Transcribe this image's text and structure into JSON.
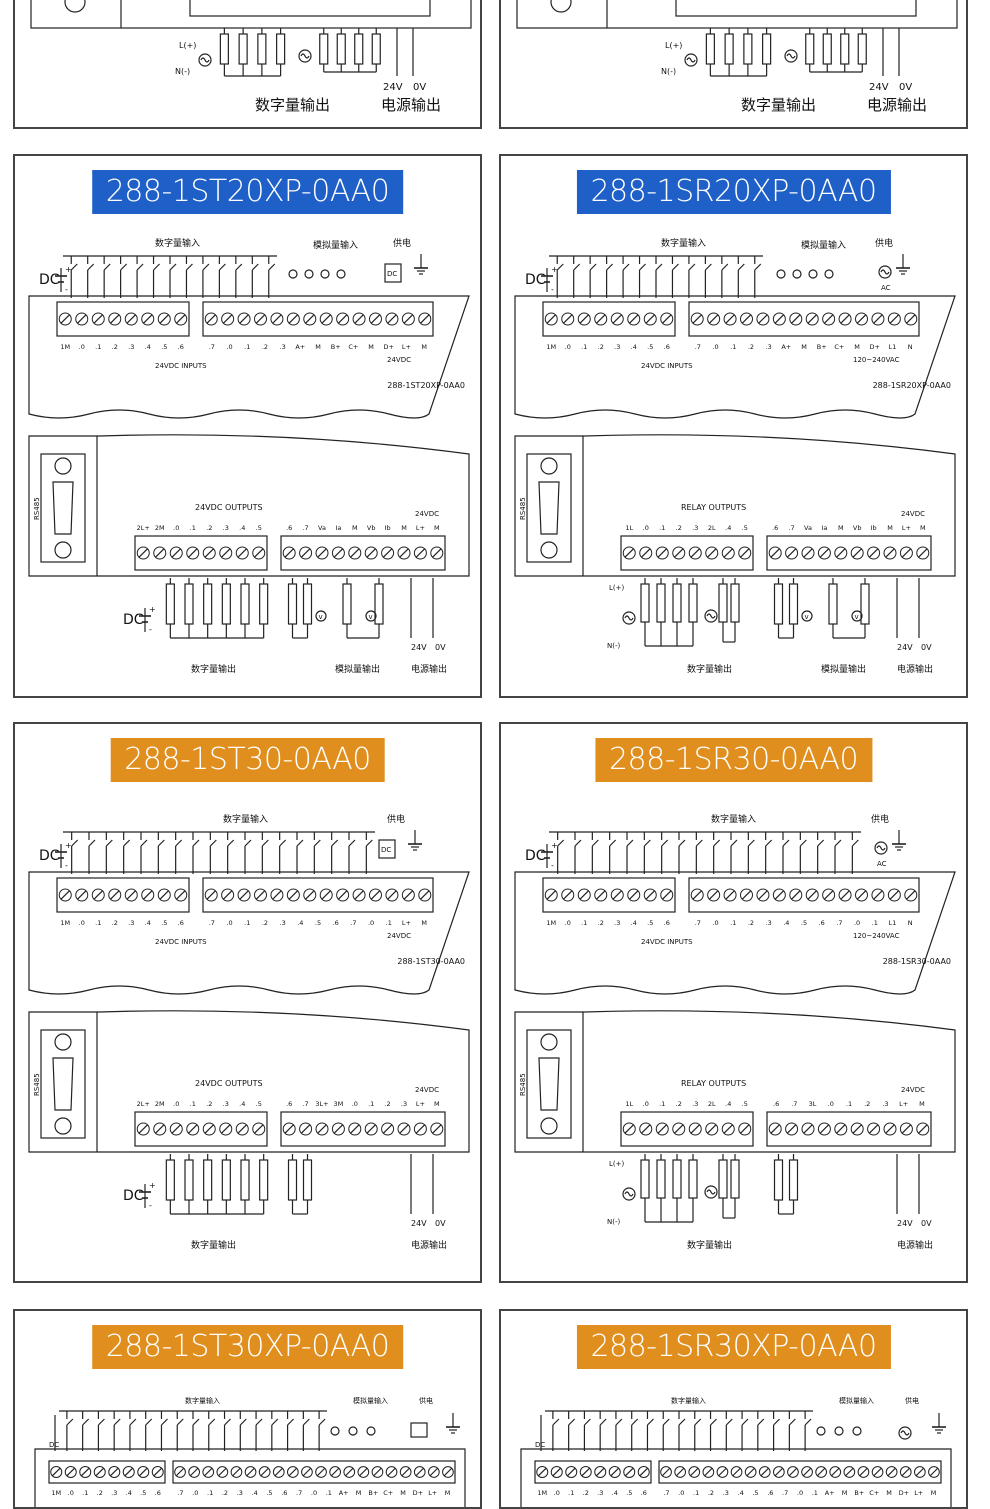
{
  "labels": {
    "digital_in": "数字量输入",
    "analog_in": "模拟量输入",
    "power": "供电",
    "digital_out": "数字量输出",
    "analog_out": "模拟量输出",
    "power_out": "电源输出",
    "inputs_24v": "24VDC INPUTS",
    "outputs_24v": "24VDC OUTPUTS",
    "relay_outputs": "RELAY OUTPUTS",
    "rs485": "RS485",
    "dc": "DC",
    "ac": "AC",
    "v24": "24V",
    "v0": "0V",
    "vdc24": "24VDC",
    "vac": "120~240VAC",
    "L_plus": "L(+)",
    "N_minus": "N(-)",
    "L1N": "L1 N",
    "LplusM": "L+ M"
  },
  "panels": [
    {
      "id": "top-left-partial",
      "title": "",
      "color": ""
    },
    {
      "id": "top-right-partial",
      "title": "",
      "color": ""
    },
    {
      "id": "st20xp",
      "title": "288-1ST20XP-0AA0",
      "color": "blue",
      "footer": "288-1ST20XP-0AA0"
    },
    {
      "id": "sr20xp",
      "title": "288-1SR20XP-0AA0",
      "color": "blue",
      "footer": "288-1SR20XP-0AA0"
    },
    {
      "id": "st30",
      "title": "288-1ST30-0AA0",
      "color": "orange",
      "footer": "288-1ST30-0AA0"
    },
    {
      "id": "sr30",
      "title": "288-1SR30-0AA0",
      "color": "orange",
      "footer": "288-1SR30-0AA0"
    },
    {
      "id": "st30xp",
      "title": "288-1ST30XP-0AA0",
      "color": "orange",
      "footer": ""
    },
    {
      "id": "sr30xp",
      "title": "288-1SR30XP-0AA0",
      "color": "orange",
      "footer": ""
    }
  ],
  "terminals": {
    "in_st20xp_a": "1M .0 .1 .2 .3 .4 .5 .6",
    "in_st20xp_b": ".7 .0 .1 .2 .3 A+ M B+ C+ M D+ L+ M",
    "out_st20xp_a": "2L+ 2M .0 .1 .2 .3 .4 .5",
    "out_st20xp_b": ".6 .7 Va Ia M Vb Ib M L+ M",
    "in_sr20xp_b": ".7 .0 .1 .2 .3 A+ M B+ C+ M D+ L1 N",
    "out_sr20xp_a": "1L .0 .1 .2 .3 2L .4 .5",
    "out_sr20xp_b": ".6 .7 Va Ia M Vb Ib M L+ M",
    "in_30_b": ".7 .0 .1 .2 .3 .4 .5 .6 .7 .0 .1 L+ M",
    "in_sr30_b": ".7 .0 .1 .2 .3 .4 .5 .6 .7 .0 .1 L1 N",
    "out_st30_a": "2L+ 2M .0 .1 .2 .3 .4 .5",
    "out_st30_b": ".6 .7 3L+ 3M .0 .1 .2 .3 L+ M",
    "out_sr30_a": "1L .0 .1 .2 .3 2L .4 .5",
    "out_sr30_b": ".6 .7 3L .0 .1 .2 .3 L+ M",
    "in_30xp_b": ".7 .0 .1 .2 .3 .4 .5 .6 .7 .0 .1 A+ M B+ C+ M D+ L+ M"
  }
}
